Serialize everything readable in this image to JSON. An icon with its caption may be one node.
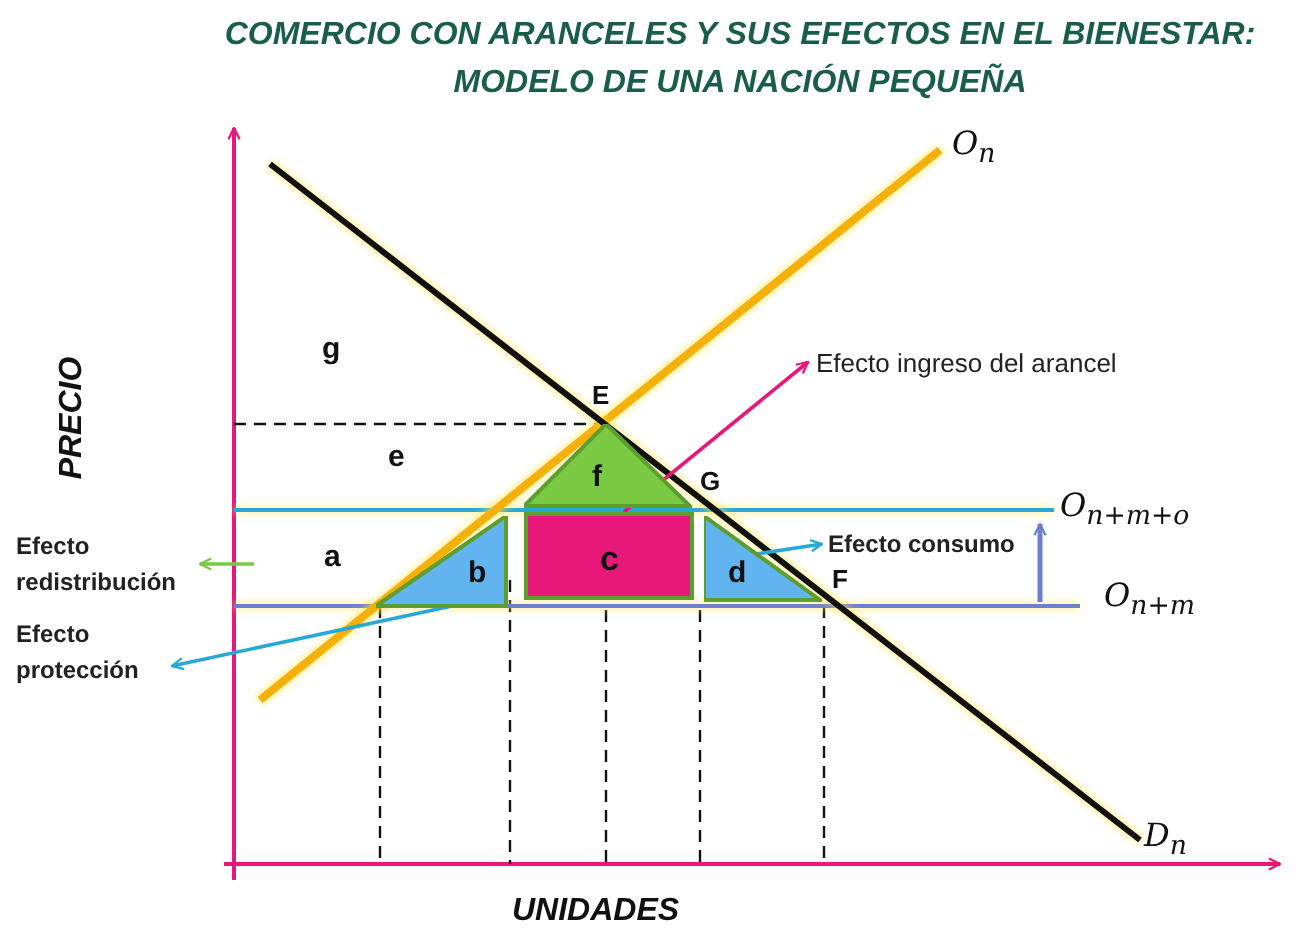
{
  "diagram": {
    "title": "COMERCIO CON ARANCELES Y SUS EFECTOS EN EL BIENESTAR: MODELO DE UNA NACIÓN PEQUEÑA",
    "nodes": [
      {
        "text": [
          "Efecto ingreso del arancel"
        ]
      },
      {
        "text": [
          "f"
        ]
      },
      {
        "text": [
          "Efecto redistribución"
        ]
      },
      {
        "text": [
          "c"
        ]
      },
      {
        "text": [
          "Efecto consumo"
        ]
      },
      {
        "text": [
          "b"
        ]
      },
      {
        "text": [
          "d"
        ]
      },
      {
        "text": [
          "Efecto protección"
        ]
      }
    ],
    "edges": [
      {
        "from": 3,
        "to": 0,
        "arrow": "to",
        "color": "#e8177a"
      },
      {
        "from": null,
        "to": 2,
        "arrow": "to",
        "color": "#7ac943"
      },
      {
        "from": 5,
        "to": 7,
        "arrow": "to"
      },
      {
        "from": 6,
        "to": 4,
        "arrow": "to"
      }
    ],
    "labels": [
      "O$_{n}$",
      "g",
      "E",
      "e",
      "G",
      "O$_{n+m+o}$",
      "a",
      "F",
      "O$_{n+m}$",
      "D$_{n}$",
      "PRECIO",
      "UNIDADES"
    ]
  }
}
